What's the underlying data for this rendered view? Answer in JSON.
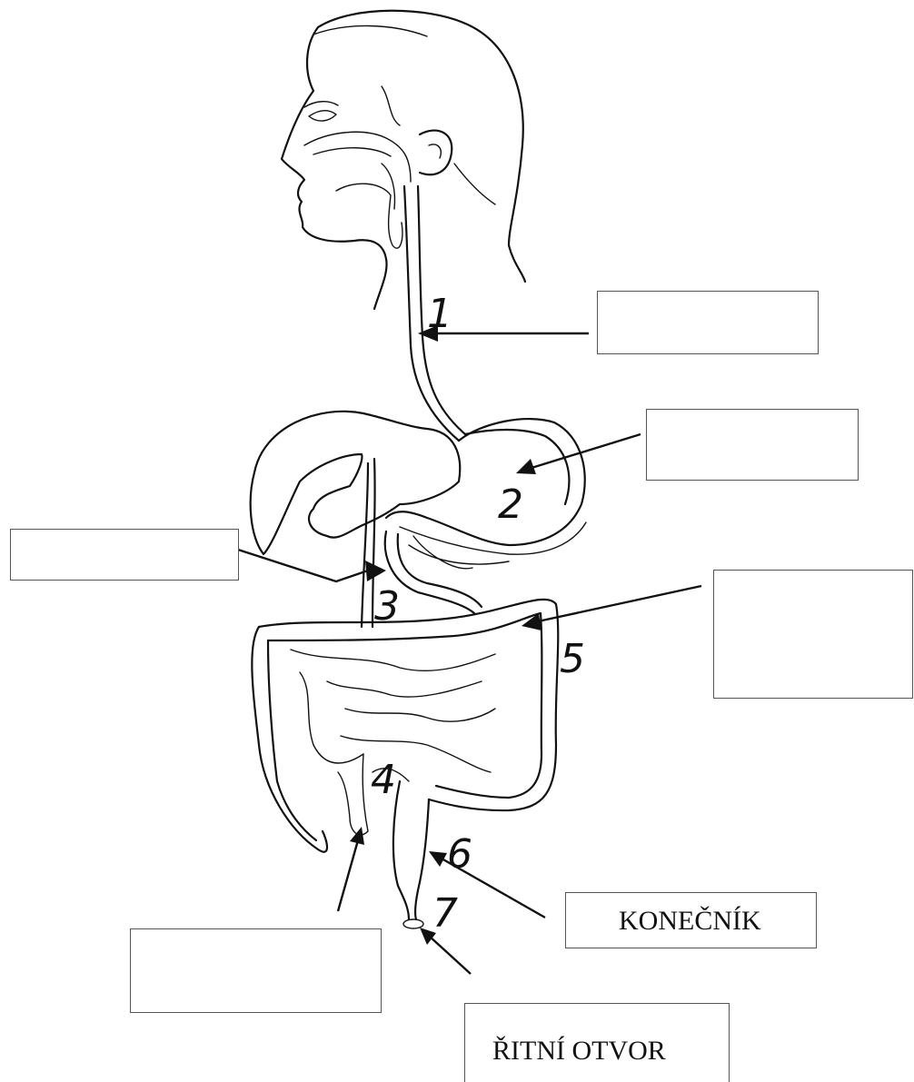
{
  "diagram": {
    "numbers": [
      "1",
      "2",
      "3",
      "4",
      "5",
      "6",
      "7"
    ],
    "boxes": {
      "esophagus": "",
      "stomach": "",
      "duodenum": "",
      "large_intestine": "",
      "small_intestine": "",
      "rectum": "KONEČNÍK",
      "anus": "ŘITNÍ OTVOR"
    }
  }
}
